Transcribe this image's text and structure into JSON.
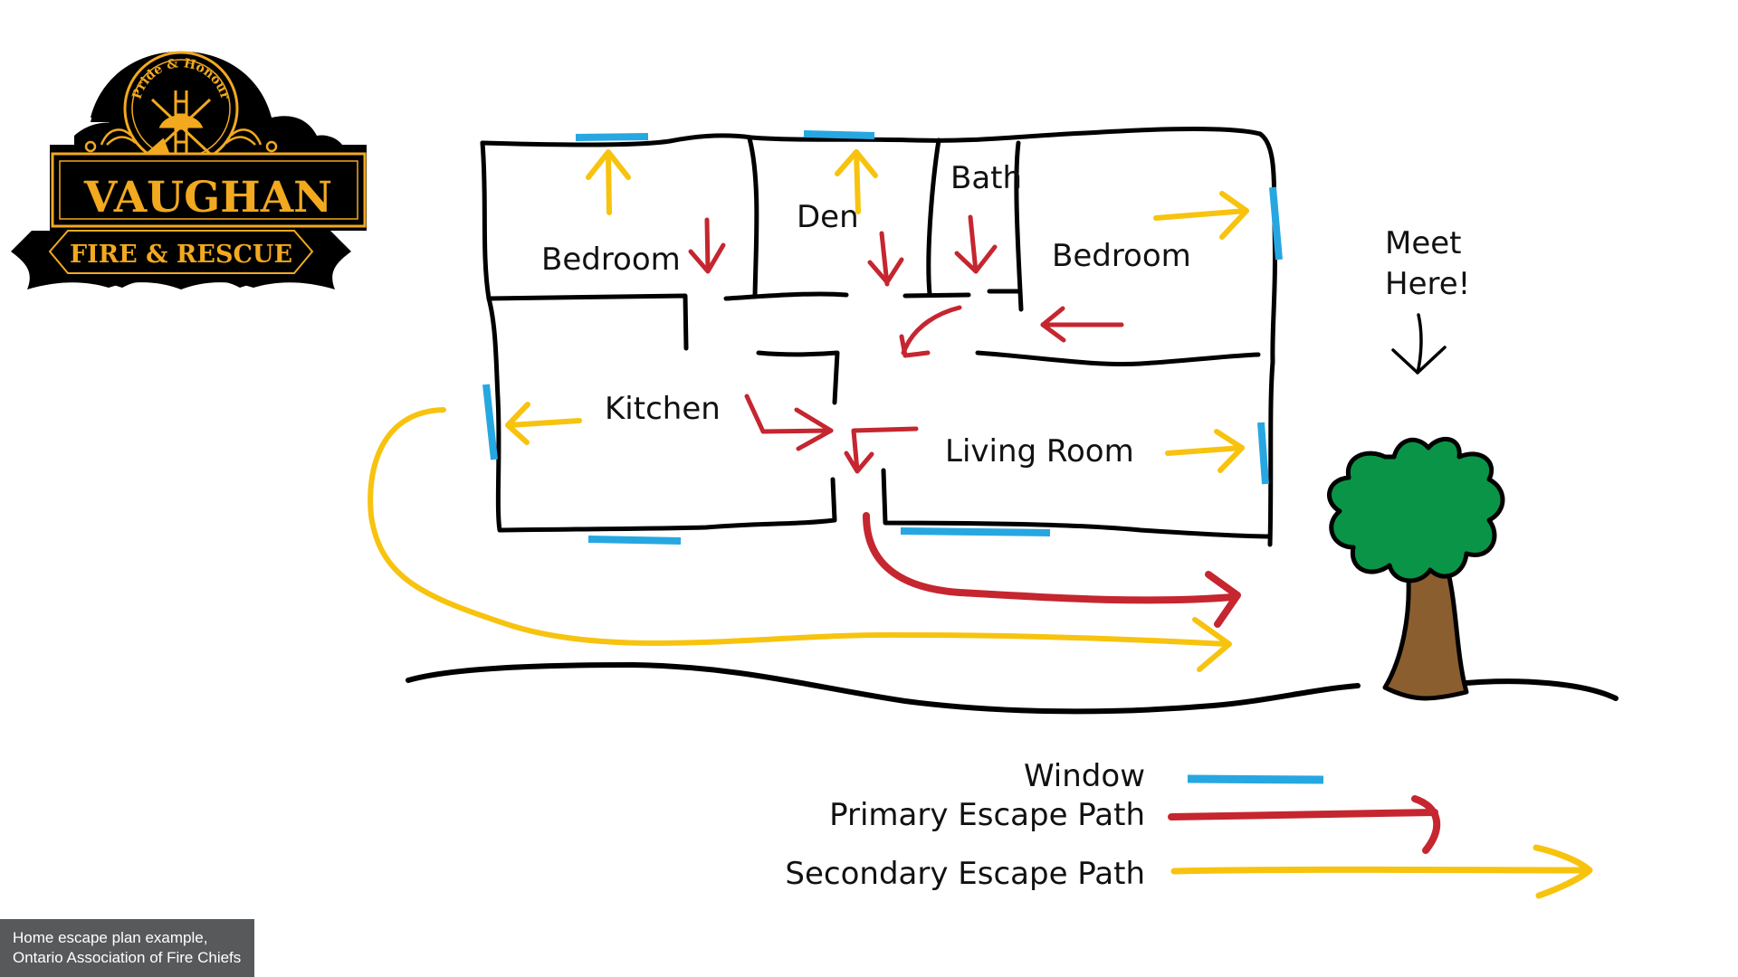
{
  "logo": {
    "motto": "Pride & Honour",
    "name": "VAUGHAN",
    "subtitle": "FIRE & RESCUE",
    "colors": {
      "gold": "#f2a91f",
      "black": "#000000"
    }
  },
  "floor_plan": {
    "rooms": [
      {
        "id": "bedroom-1",
        "label": "Bedroom"
      },
      {
        "id": "den",
        "label": "Den"
      },
      {
        "id": "bath",
        "label": "Bath"
      },
      {
        "id": "bedroom-2",
        "label": "Bedroom"
      },
      {
        "id": "kitchen",
        "label": "Kitchen"
      },
      {
        "id": "living-room",
        "label": "Living Room"
      }
    ]
  },
  "meeting_point": {
    "line1": "Meet",
    "line2": "Here!"
  },
  "legend": {
    "items": [
      {
        "label": "Window",
        "kind": "window",
        "color": "#27a7e1"
      },
      {
        "label": "Primary Escape Path",
        "kind": "primary",
        "color": "#c5262f"
      },
      {
        "label": "Secondary Escape Path",
        "kind": "secondary",
        "color": "#f7c30e"
      }
    ]
  },
  "colors": {
    "window": "#27a7e1",
    "primary": "#c5262f",
    "secondary": "#f7c30e",
    "tree_leaves": "#0a9447",
    "tree_trunk": "#8b5e2f",
    "wall": "#000000"
  },
  "caption": {
    "line1": "Home escape plan example,",
    "line2": "Ontario Association of Fire Chiefs"
  }
}
